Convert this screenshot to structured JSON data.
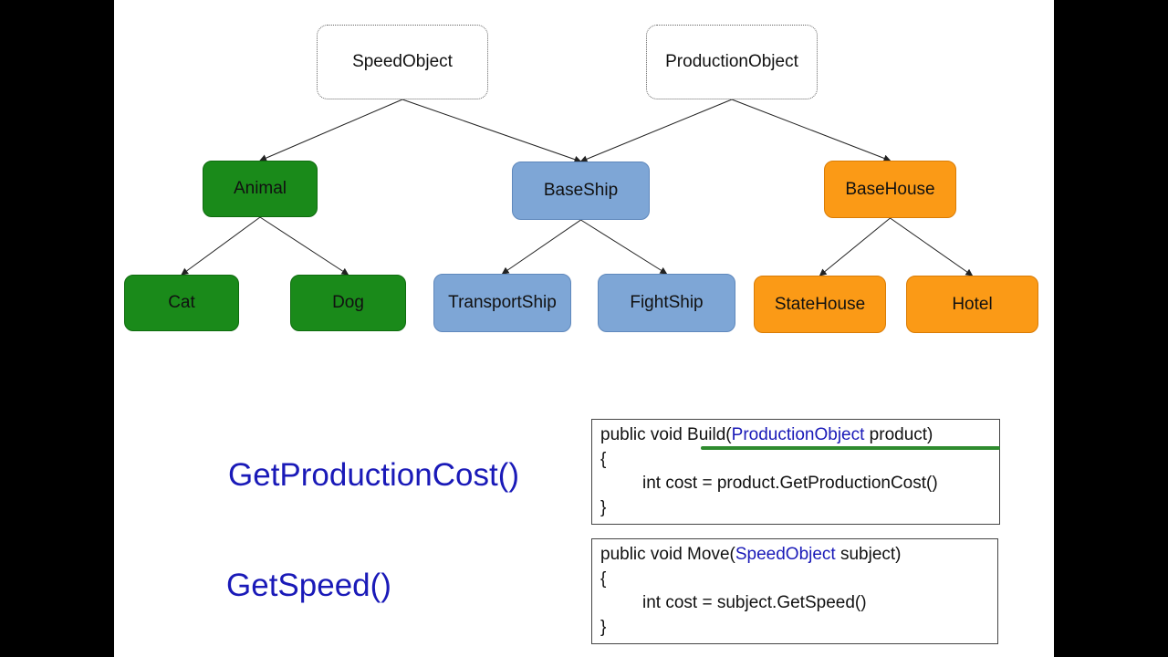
{
  "diagram": {
    "nodes": {
      "speed_object": "SpeedObject",
      "production_object": "ProductionObject",
      "animal": "Animal",
      "base_ship": "BaseShip",
      "base_house": "BaseHouse",
      "cat": "Cat",
      "dog": "Dog",
      "transport_ship": "TransportShip",
      "fight_ship": "FightShip",
      "state_house": "StateHouse",
      "hotel": "Hotel"
    },
    "edges": [
      [
        "speed_object",
        "animal"
      ],
      [
        "speed_object",
        "base_ship"
      ],
      [
        "production_object",
        "base_ship"
      ],
      [
        "production_object",
        "base_house"
      ],
      [
        "animal",
        "cat"
      ],
      [
        "animal",
        "dog"
      ],
      [
        "base_ship",
        "transport_ship"
      ],
      [
        "base_ship",
        "fight_ship"
      ],
      [
        "base_house",
        "state_house"
      ],
      [
        "base_house",
        "hotel"
      ]
    ],
    "colors": {
      "root": "#ffffff",
      "animal_group": "#1a8a1a",
      "ship_group": "#7ea6d6",
      "house_group": "#fb9a16",
      "method_text": "#1a1ab8",
      "underline": "#2e8b2e"
    }
  },
  "methods": {
    "production_cost": "GetProductionCost()",
    "speed": "GetSpeed()"
  },
  "code_build": {
    "sig_prefix": "public void Build(",
    "sig_type": "ProductionObject",
    "sig_suffix": " product)",
    "open_brace": "{",
    "body": "int cost = product.GetProductionCost()",
    "close_brace": "}"
  },
  "code_move": {
    "sig_prefix": "public void Move(",
    "sig_type": "SpeedObject",
    "sig_suffix": " subject)",
    "open_brace": "{",
    "body": "int cost = subject.GetSpeed()",
    "close_brace": "}"
  }
}
